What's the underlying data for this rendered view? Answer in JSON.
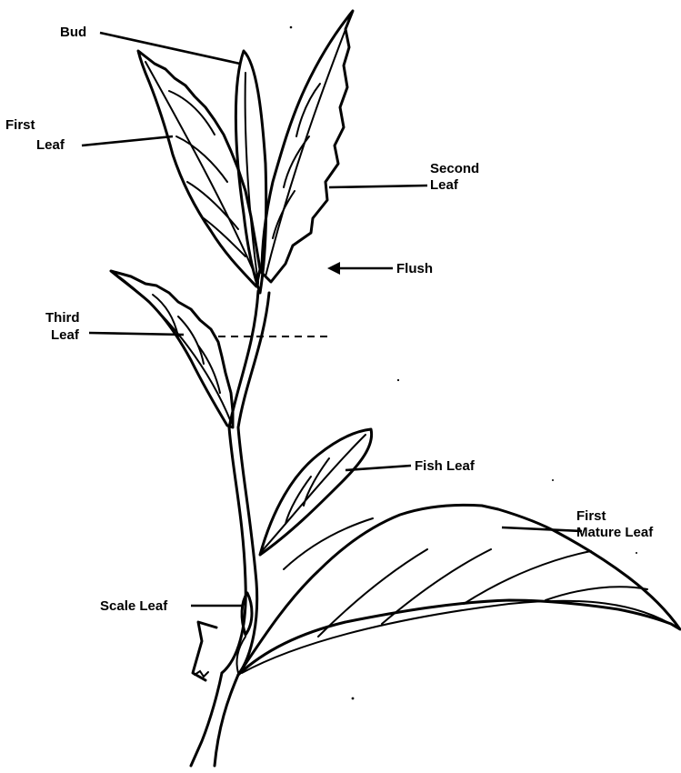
{
  "labels": {
    "bud": "Bud",
    "first_leaf_1": "First",
    "first_leaf_2": "Leaf",
    "second_leaf_1": "Second",
    "second_leaf_2": "Leaf",
    "flush": "Flush",
    "third_leaf_1": "Third",
    "third_leaf_2": "Leaf",
    "fish_leaf": "Fish Leaf",
    "first_mature_1": "First",
    "first_mature_2": "Mature Leaf",
    "scale_leaf": "Scale Leaf"
  }
}
